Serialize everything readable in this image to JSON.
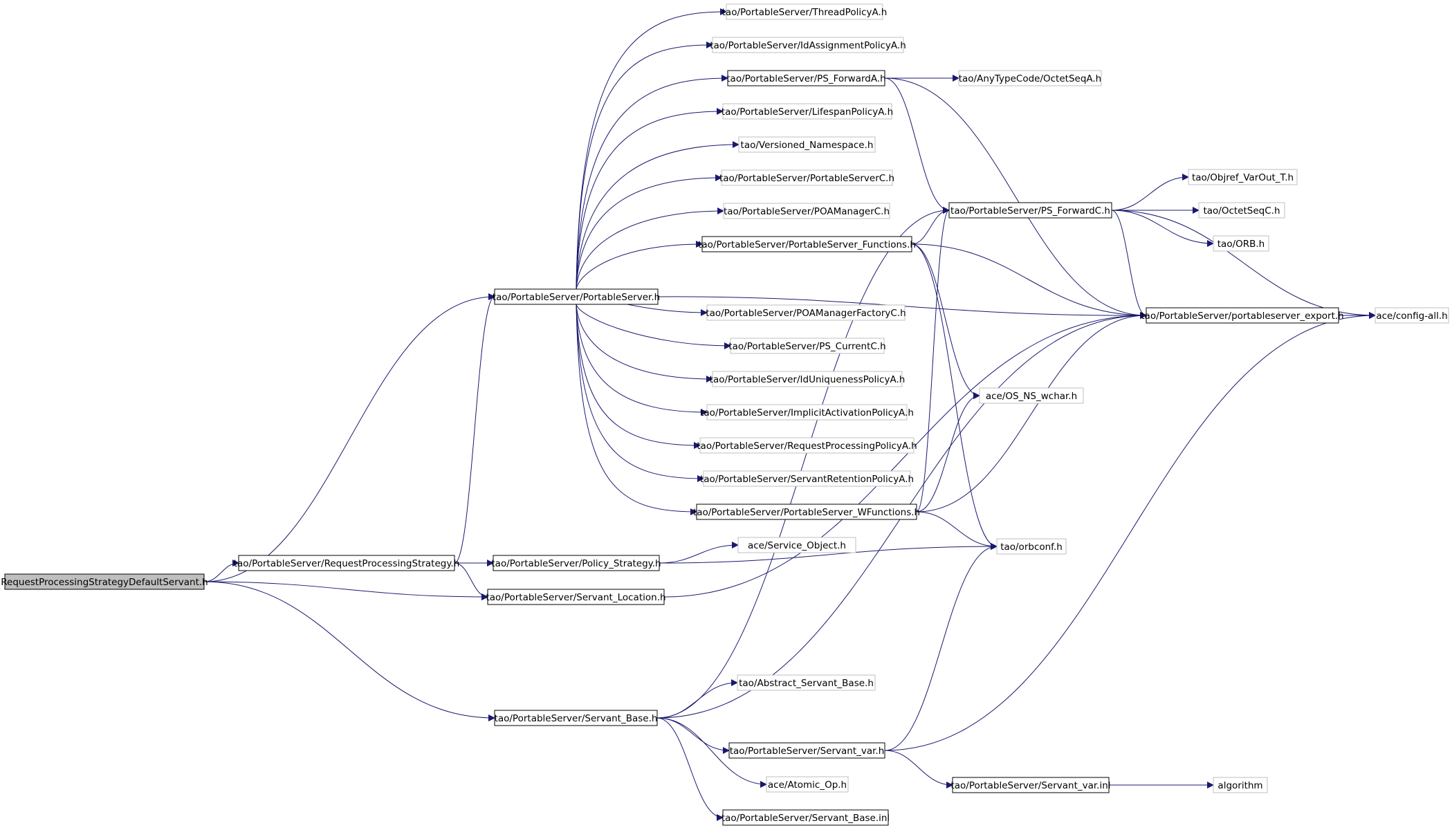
{
  "colors": {
    "edge": "#191970",
    "border_documented": "#000000",
    "border_undocumented": "#bfbfbf",
    "root_fill": "#bfbfbf",
    "node_fill": "#ffffff"
  },
  "graph": {
    "root": "RequestProcessingStrategyDefaultServant.h",
    "nodes": [
      {
        "id": "root",
        "label": "RequestProcessingStrategyDefaultServant.h",
        "kind": "root"
      },
      {
        "id": "rps",
        "label": "tao/PortableServer/RequestProcessingStrategy.h",
        "kind": "documented"
      },
      {
        "id": "ps",
        "label": "tao/PortableServer/PortableServer.h",
        "kind": "documented"
      },
      {
        "id": "pol",
        "label": "tao/PortableServer/Policy_Strategy.h",
        "kind": "documented"
      },
      {
        "id": "sloc",
        "label": "tao/PortableServer/Servant_Location.h",
        "kind": "documented"
      },
      {
        "id": "sbase",
        "label": "tao/PortableServer/Servant_Base.h",
        "kind": "documented"
      },
      {
        "id": "thread",
        "label": "tao/PortableServer/ThreadPolicyA.h",
        "kind": "external"
      },
      {
        "id": "idassign",
        "label": "tao/PortableServer/IdAssignmentPolicyA.h",
        "kind": "external"
      },
      {
        "id": "psfa",
        "label": "tao/PortableServer/PS_ForwardA.h",
        "kind": "documented"
      },
      {
        "id": "life",
        "label": "tao/PortableServer/LifespanPolicyA.h",
        "kind": "external"
      },
      {
        "id": "vns",
        "label": "tao/Versioned_Namespace.h",
        "kind": "external"
      },
      {
        "id": "psc",
        "label": "tao/PortableServer/PortableServerC.h",
        "kind": "external"
      },
      {
        "id": "poamc",
        "label": "tao/PortableServer/POAManagerC.h",
        "kind": "external"
      },
      {
        "id": "psfun",
        "label": "tao/PortableServer/PortableServer_Functions.h",
        "kind": "documented"
      },
      {
        "id": "poamfc",
        "label": "tao/PortableServer/POAManagerFactoryC.h",
        "kind": "external"
      },
      {
        "id": "pscur",
        "label": "tao/PortableServer/PS_CurrentC.h",
        "kind": "external"
      },
      {
        "id": "iduniq",
        "label": "tao/PortableServer/IdUniquenessPolicyA.h",
        "kind": "external"
      },
      {
        "id": "implicit",
        "label": "tao/PortableServer/ImplicitActivationPolicyA.h",
        "kind": "external"
      },
      {
        "id": "rpp",
        "label": "tao/PortableServer/RequestProcessingPolicyA.h",
        "kind": "external"
      },
      {
        "id": "srp",
        "label": "tao/PortableServer/ServantRetentionPolicyA.h",
        "kind": "external"
      },
      {
        "id": "pswfun",
        "label": "tao/PortableServer/PortableServer_WFunctions.h",
        "kind": "documented"
      },
      {
        "id": "svcobj",
        "label": "ace/Service_Object.h",
        "kind": "external"
      },
      {
        "id": "absb",
        "label": "tao/Abstract_Servant_Base.h",
        "kind": "external"
      },
      {
        "id": "svar",
        "label": "tao/PortableServer/Servant_var.h",
        "kind": "documented"
      },
      {
        "id": "atomic",
        "label": "ace/Atomic_Op.h",
        "kind": "external"
      },
      {
        "id": "sbinl",
        "label": "tao/PortableServer/Servant_Base.inl",
        "kind": "documented"
      },
      {
        "id": "octa",
        "label": "tao/AnyTypeCode/OctetSeqA.h",
        "kind": "external"
      },
      {
        "id": "psfc",
        "label": "tao/PortableServer/PS_ForwardC.h",
        "kind": "documented"
      },
      {
        "id": "wchar",
        "label": "ace/OS_NS_wchar.h",
        "kind": "external"
      },
      {
        "id": "orbconf",
        "label": "tao/orbconf.h",
        "kind": "external"
      },
      {
        "id": "svarinl",
        "label": "tao/PortableServer/Servant_var.inl",
        "kind": "documented"
      },
      {
        "id": "objref",
        "label": "tao/Objref_VarOut_T.h",
        "kind": "external"
      },
      {
        "id": "octc",
        "label": "tao/OctetSeqC.h",
        "kind": "external"
      },
      {
        "id": "orb",
        "label": "tao/ORB.h",
        "kind": "external"
      },
      {
        "id": "export",
        "label": "tao/PortableServer/portableserver_export.h",
        "kind": "documented"
      },
      {
        "id": "algorithm",
        "label": "algorithm",
        "kind": "external"
      },
      {
        "id": "config",
        "label": "ace/config-all.h",
        "kind": "external"
      }
    ],
    "edges": [
      [
        "root",
        "ps"
      ],
      [
        "root",
        "rps"
      ],
      [
        "root",
        "sloc"
      ],
      [
        "root",
        "sbase"
      ],
      [
        "rps",
        "ps"
      ],
      [
        "rps",
        "pol"
      ],
      [
        "rps",
        "sloc"
      ],
      [
        "ps",
        "thread"
      ],
      [
        "ps",
        "idassign"
      ],
      [
        "ps",
        "psfa"
      ],
      [
        "ps",
        "life"
      ],
      [
        "ps",
        "vns"
      ],
      [
        "ps",
        "psc"
      ],
      [
        "ps",
        "poamc"
      ],
      [
        "ps",
        "psfun"
      ],
      [
        "ps",
        "poamfc"
      ],
      [
        "ps",
        "pscur"
      ],
      [
        "ps",
        "iduniq"
      ],
      [
        "ps",
        "implicit"
      ],
      [
        "ps",
        "rpp"
      ],
      [
        "ps",
        "srp"
      ],
      [
        "ps",
        "pswfun"
      ],
      [
        "ps",
        "export"
      ],
      [
        "psfa",
        "octa"
      ],
      [
        "psfa",
        "psfc"
      ],
      [
        "psfa",
        "export"
      ],
      [
        "psfun",
        "psfc"
      ],
      [
        "psfun",
        "export"
      ],
      [
        "psfun",
        "wchar"
      ],
      [
        "psfun",
        "orbconf"
      ],
      [
        "pswfun",
        "psfc"
      ],
      [
        "pswfun",
        "export"
      ],
      [
        "pswfun",
        "wchar"
      ],
      [
        "pswfun",
        "orbconf"
      ],
      [
        "psfc",
        "objref"
      ],
      [
        "psfc",
        "octc"
      ],
      [
        "psfc",
        "orb"
      ],
      [
        "psfc",
        "export"
      ],
      [
        "psfc",
        "config"
      ],
      [
        "export",
        "config"
      ],
      [
        "pol",
        "svcobj"
      ],
      [
        "pol",
        "orbconf"
      ],
      [
        "sloc",
        "export"
      ],
      [
        "sbase",
        "psfc"
      ],
      [
        "sbase",
        "absb"
      ],
      [
        "sbase",
        "svar"
      ],
      [
        "sbase",
        "atomic"
      ],
      [
        "sbase",
        "sbinl"
      ],
      [
        "sbase",
        "export"
      ],
      [
        "svar",
        "orbconf"
      ],
      [
        "svar",
        "svarinl"
      ],
      [
        "svar",
        "config"
      ],
      [
        "svarinl",
        "algorithm"
      ]
    ]
  }
}
